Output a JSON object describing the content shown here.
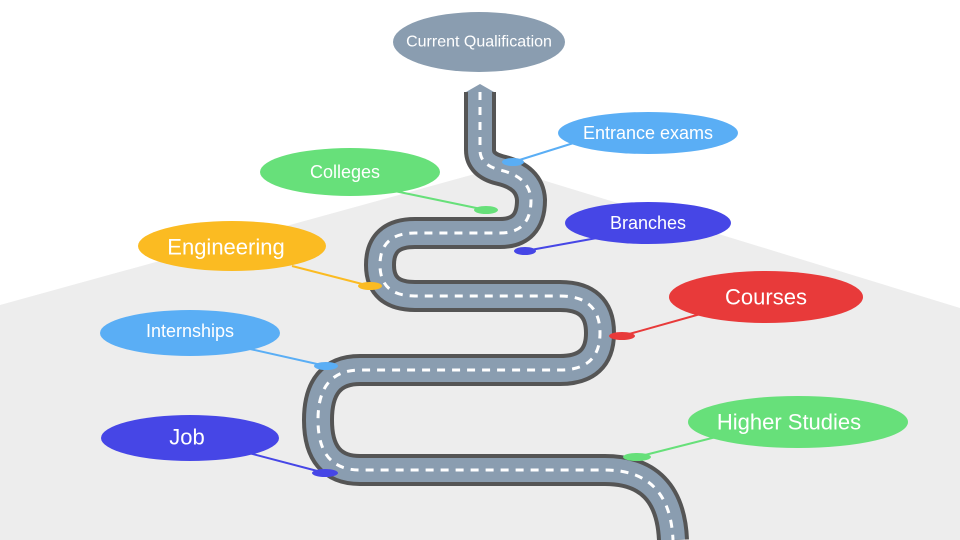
{
  "diagram": {
    "start": {
      "label": "Current Qualification",
      "color": "#8a9db0"
    },
    "road": {
      "asphalt": "#8a9db0",
      "edge": "#555555",
      "stripe": "#ffffff"
    },
    "plane_color": "#ededed",
    "milestones": [
      {
        "id": "entrance-exams",
        "label": "Entrance exams",
        "color": "#5aaef5"
      },
      {
        "id": "colleges",
        "label": "Colleges",
        "color": "#67e07a"
      },
      {
        "id": "branches",
        "label": "Branches",
        "color": "#4646e6"
      },
      {
        "id": "engineering",
        "label": "Engineering",
        "color": "#fbbb22"
      },
      {
        "id": "courses",
        "label": "Courses",
        "color": "#e83a3a"
      },
      {
        "id": "internships",
        "label": "Internships",
        "color": "#5aaef5"
      },
      {
        "id": "higher-studies",
        "label": "Higher Studies",
        "color": "#67e07a"
      },
      {
        "id": "job",
        "label": "Job",
        "color": "#4646e6"
      }
    ]
  }
}
